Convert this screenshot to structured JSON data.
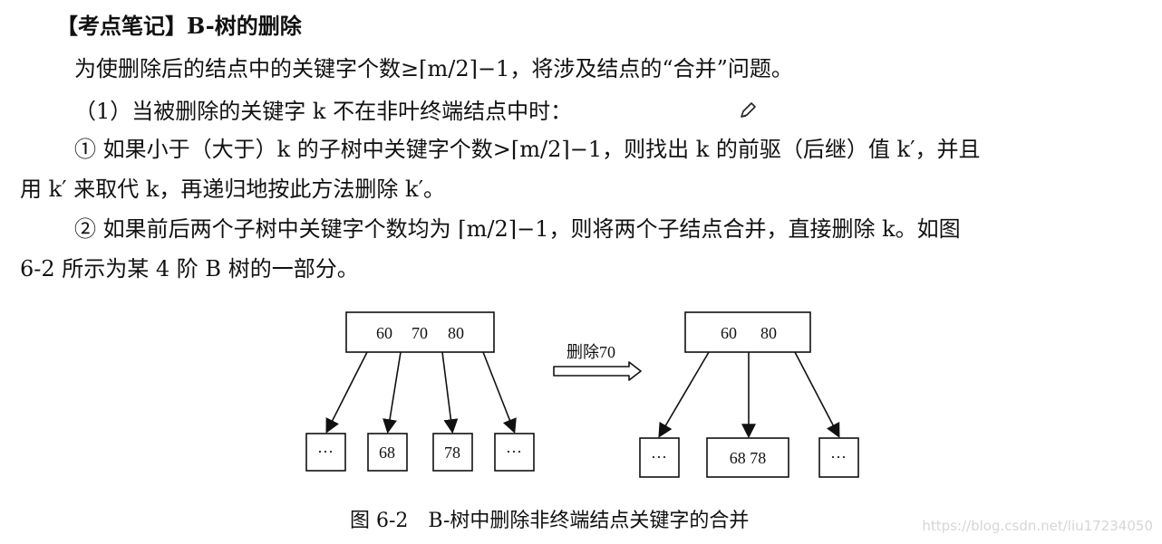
{
  "doc": {
    "heading_bracket": "【考点笔记】",
    "heading_title": "B-树的删除",
    "para1": "为使删除后的结点中的关键字个数≥⌈m/2⌉−1，将涉及结点的“合并”问题。",
    "para2": "（1）当被删除的关键字 k 不在非叶终端结点中时：",
    "para3_line1": "① 如果小于（大于）k 的子树中关键字个数>⌈m/2⌉−1，则找出 k 的前驱（后继）值 k′，并且",
    "para3_line2": "用 k′ 来取代 k，再递归地按此方法删除 k′。",
    "para4_line1": "② 如果前后两个子树中关键字个数均为 ⌈m/2⌉−1，则将两个子结点合并，直接删除 k。如图",
    "para4_line2": "6-2 所示为某 4 阶 B 树的一部分。"
  },
  "diagram": {
    "left_tree": {
      "root_keys": [
        "60",
        "70",
        "80"
      ],
      "children": [
        "···",
        "68",
        "78",
        "···"
      ]
    },
    "arrow_label": "删除70",
    "right_tree": {
      "root_keys": [
        "60",
        "80"
      ],
      "children": [
        "···",
        "68 78",
        "···"
      ]
    },
    "caption": "图 6-2　B-树中删除非终端结点关键字的合并"
  },
  "watermark": "https://blog.csdn.net/liu17234050"
}
